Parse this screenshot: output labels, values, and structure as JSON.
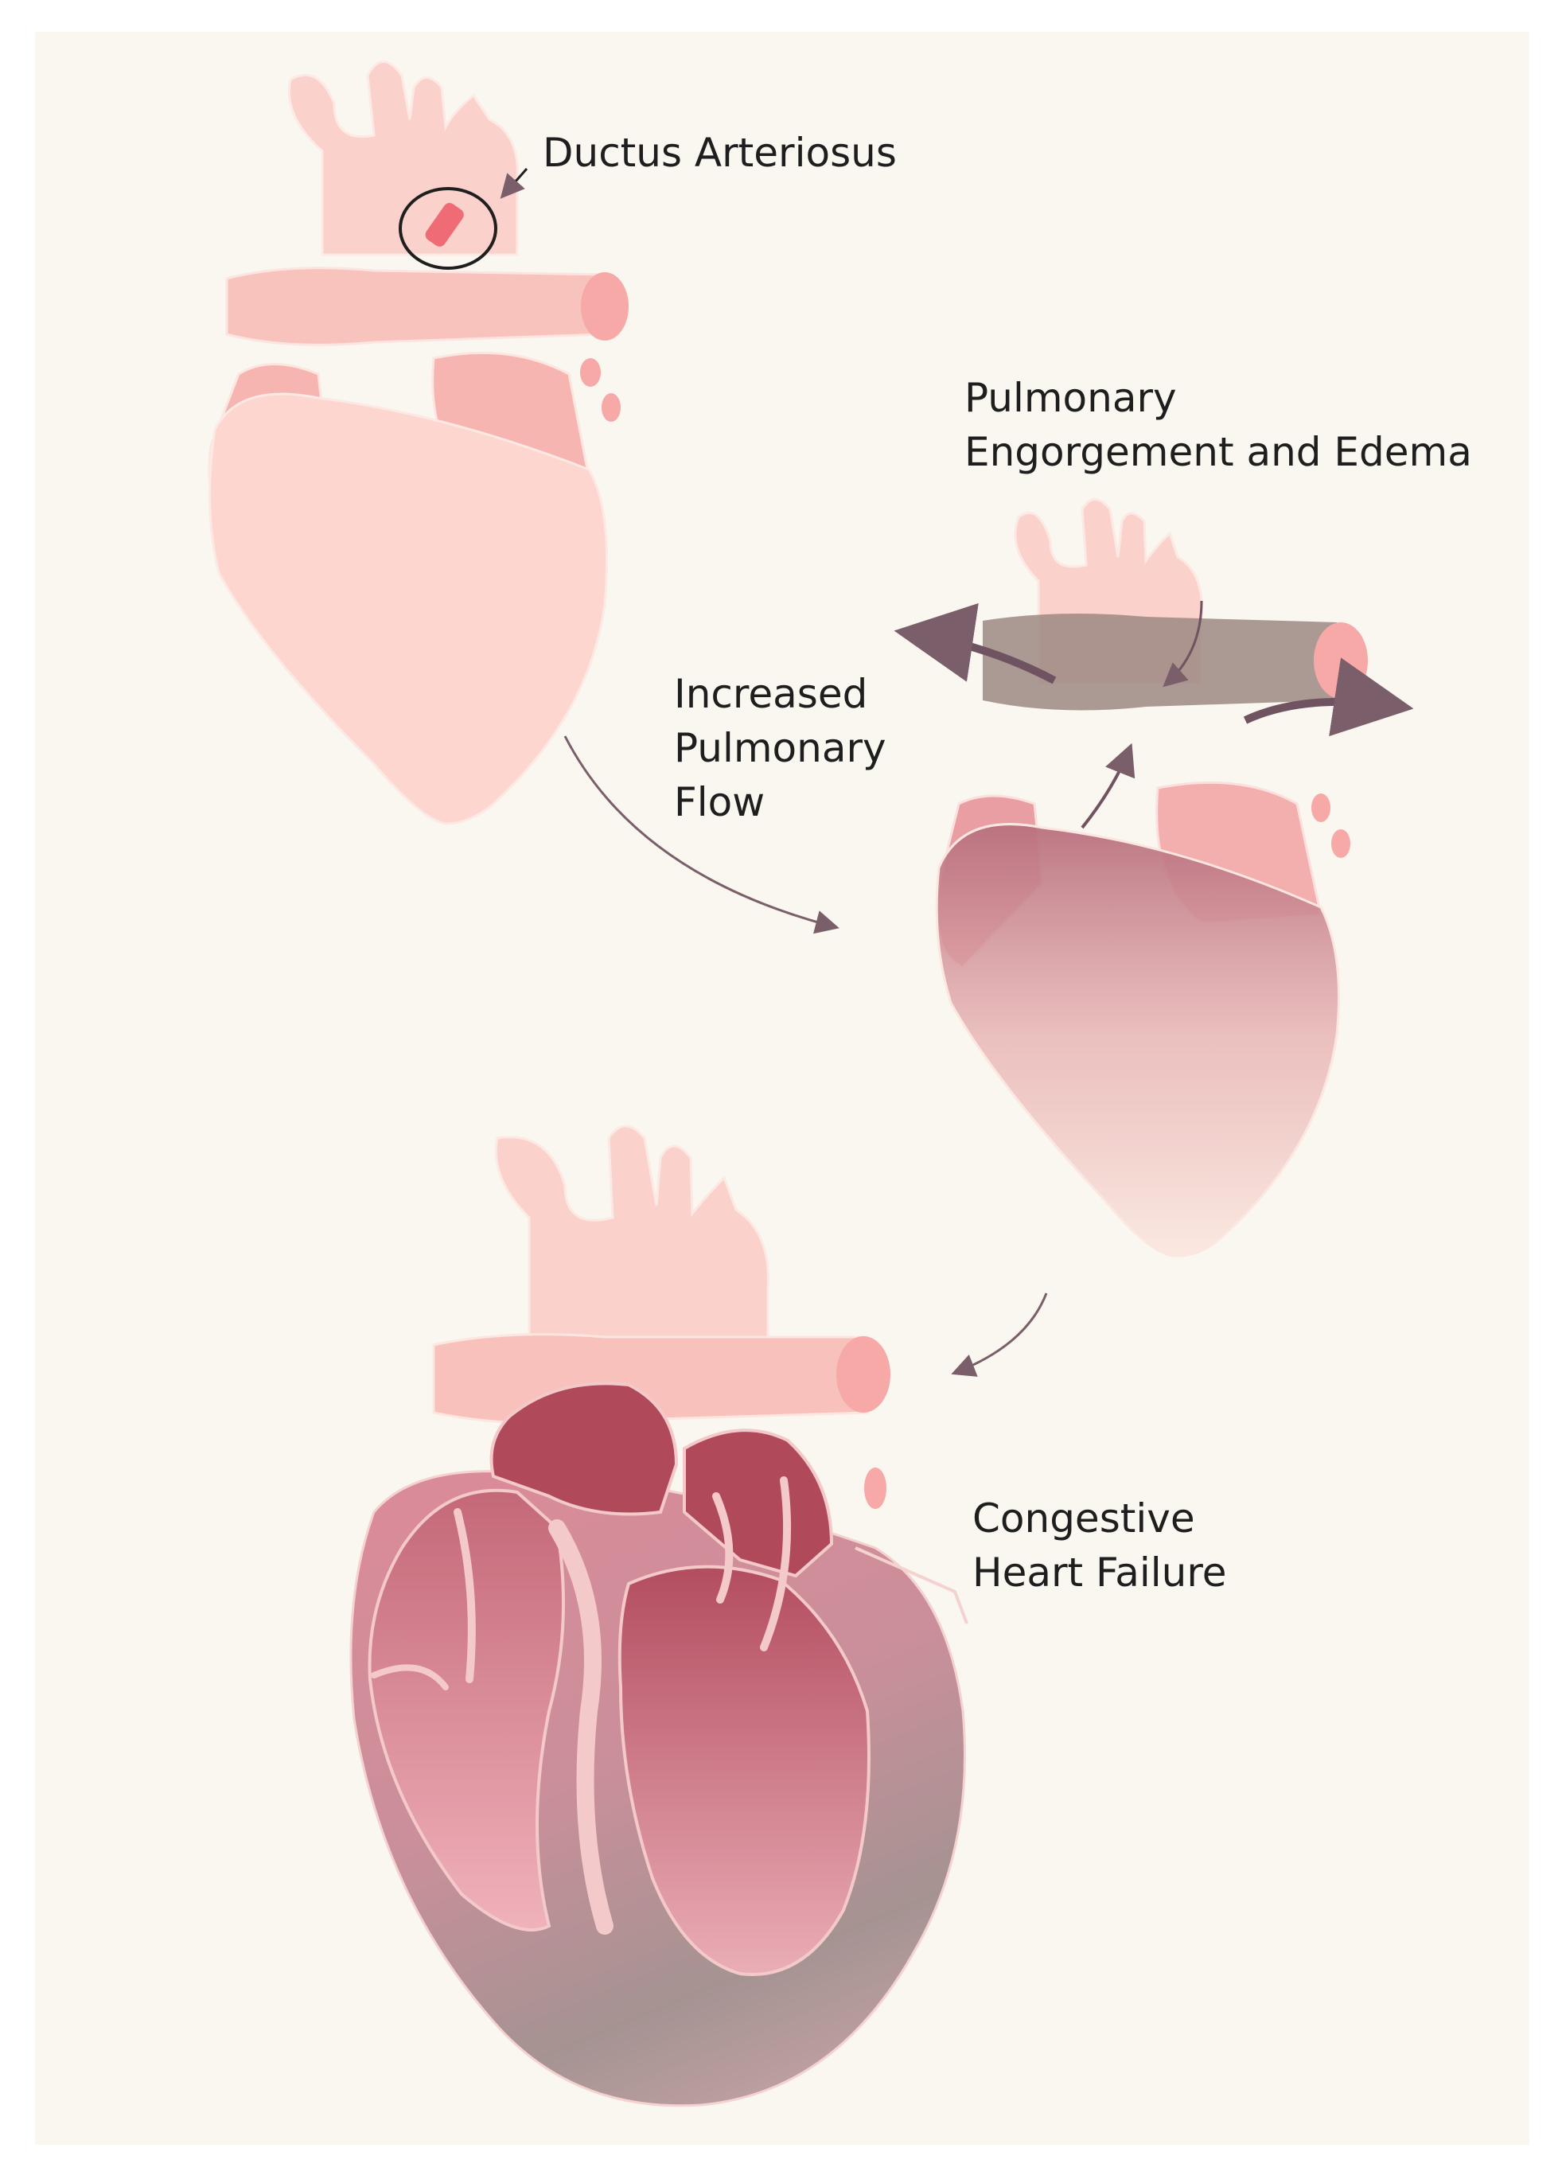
{
  "labels": {
    "ductus": "Ductus Arteriosus",
    "pulmonary_engorgement": [
      "Pulmonary",
      "Engorgement and Edema"
    ],
    "increased_flow": [
      "Increased",
      "Pulmonary",
      "Flow"
    ],
    "chf": [
      "Congestive",
      "Heart Failure"
    ]
  },
  "colors": {
    "background": "#faf6f0",
    "heart_light": "#fbd2cb",
    "heart_mid": "#f6a9a6",
    "ductus_highlight": "#ef6b76",
    "congested_dark": "#b04a5b",
    "congested_grey": "#8a8080",
    "arrow": "#7a5f6a"
  }
}
